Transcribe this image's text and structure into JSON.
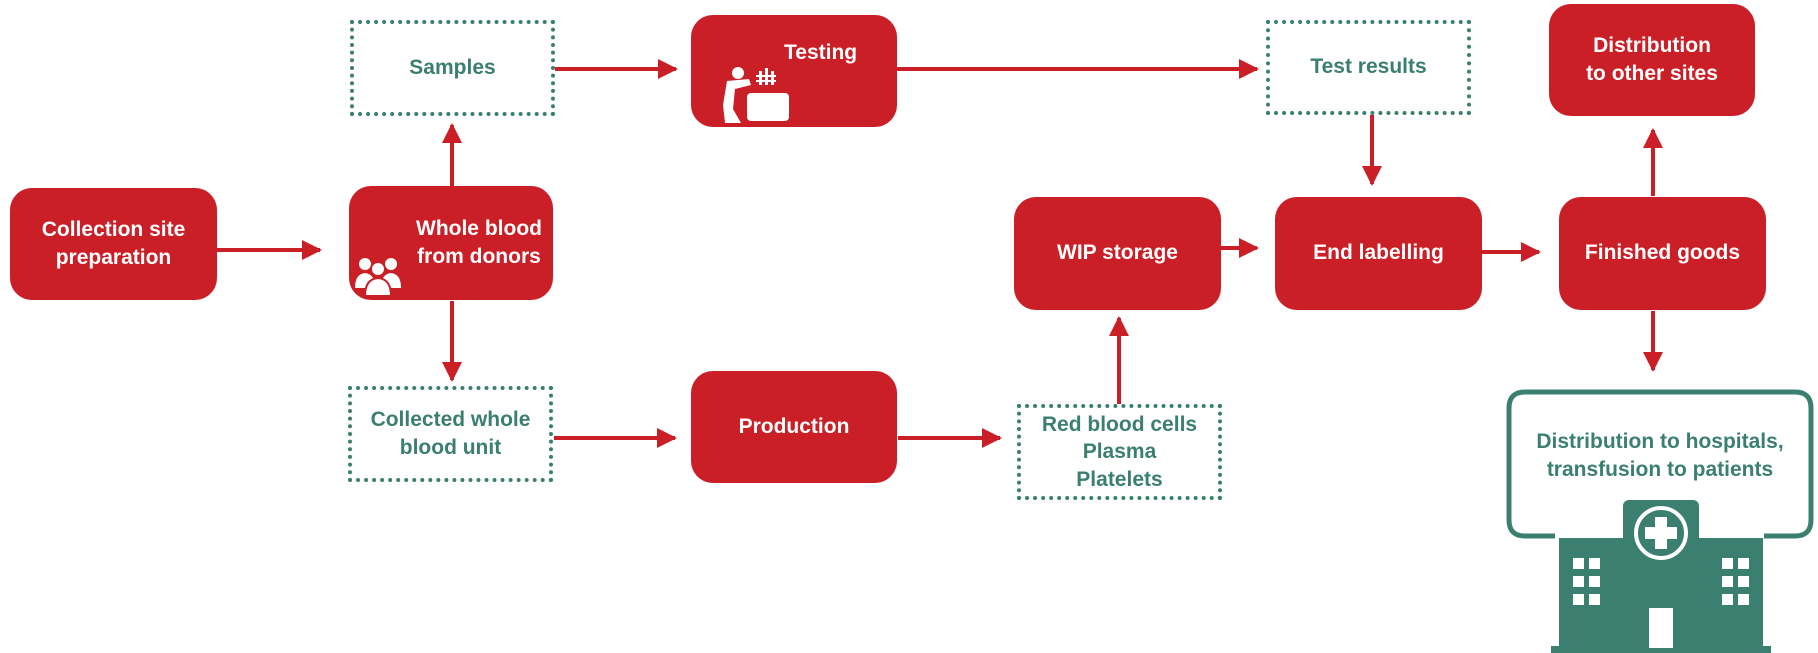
{
  "colors": {
    "process": "#CB1F27",
    "output": "#3B7F70",
    "arrow": "#CB1F27"
  },
  "nodes": {
    "collection_site": "Collection site\npreparation",
    "whole_blood": "Whole blood\nfrom donors",
    "samples": "Samples",
    "testing": "Testing",
    "collected_unit": "Collected whole\nblood unit",
    "production": "Production",
    "components": "Red blood cells\nPlasma\nPlatelets",
    "wip_storage": "WIP storage",
    "test_results": "Test results",
    "end_labelling": "End labelling",
    "finished_goods": "Finished goods",
    "distribution_sites": "Distribution\nto other sites",
    "distribution_hospitals": "Distribution to hospitals,\ntransfusion to patients"
  },
  "icons": {
    "donors": "donors-group-icon",
    "testing": "lab-technician-icon",
    "hospital": "hospital-icon"
  }
}
